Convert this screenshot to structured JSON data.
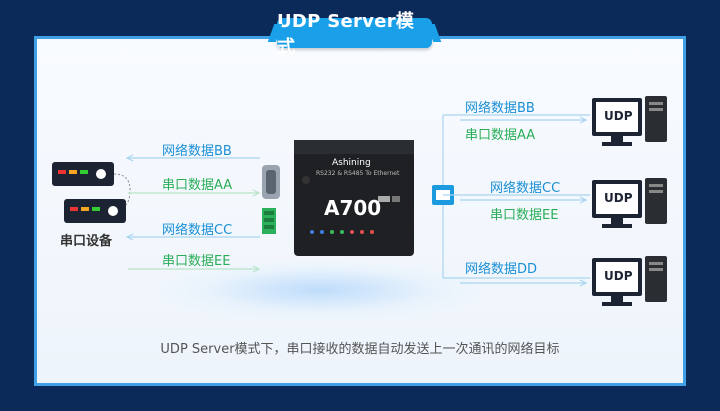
{
  "title": "UDP Server模式",
  "serial_device_label": "串口设备",
  "left_flows": [
    {
      "net": "网络数据BB",
      "serial": "串口数据AA"
    },
    {
      "net": "网络数据CC",
      "serial": "串口数据EE"
    }
  ],
  "right_flows": [
    {
      "net": "网络数据BB",
      "serial": "串口数据AA",
      "pc_label": "UDP"
    },
    {
      "net": "网络数据CC",
      "serial": "串口数据EE",
      "pc_label": "UDP"
    },
    {
      "net": "网络数据DD",
      "pc_label": "UDP"
    }
  ],
  "device": {
    "brand": "Ashining",
    "model": "A700",
    "subtitle": "RS232 & RS485 To Ethernet"
  },
  "caption": "UDP Server模式下，串口接收的数据自动发送上一次通讯的网络目标",
  "colors": {
    "net": "#1a8fd6",
    "serial": "#2aae58",
    "accent": "#1aa0e8",
    "background": "#0b2a5a"
  }
}
